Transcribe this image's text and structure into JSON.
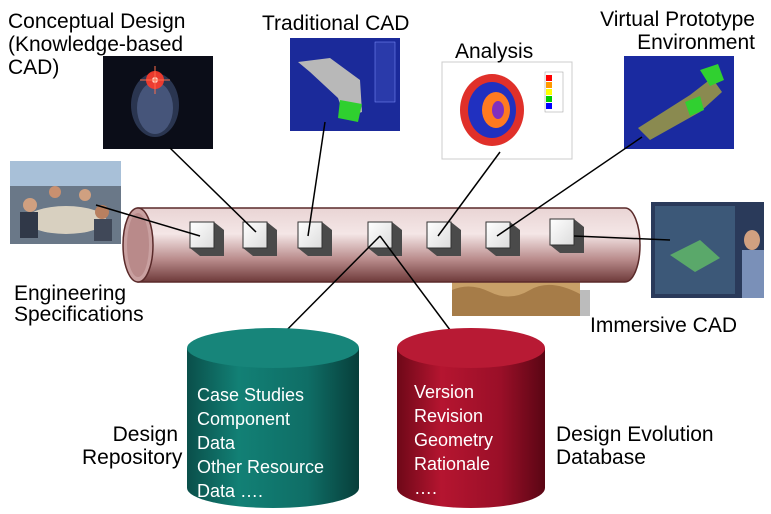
{
  "labels": {
    "conceptual": [
      "Conceptual Design",
      "(Knowledge-based",
      "CAD)"
    ],
    "traditional": "Traditional CAD",
    "analysis": "Analysis",
    "virtual": [
      "Virtual Prototype",
      "Environment"
    ],
    "engineering": [
      "Engineering",
      "Specifications"
    ],
    "immersive": "Immersive CAD",
    "repository": [
      "Design",
      "Repository"
    ],
    "evolution": [
      "Design Evolution",
      "Database"
    ]
  },
  "repository_items": [
    "Case Studies",
    "Component",
    "Data",
    "Other Resource",
    "Data …."
  ],
  "evolution_items": [
    "Version",
    "Revision",
    "Geometry",
    "Rationale",
    "…."
  ],
  "colors": {
    "pipe": "#c9a0a0",
    "pipe_dark": "#5a2a2a",
    "repository_cylinder": "#0f6e66",
    "evolution_cylinder": "#a0102a"
  }
}
